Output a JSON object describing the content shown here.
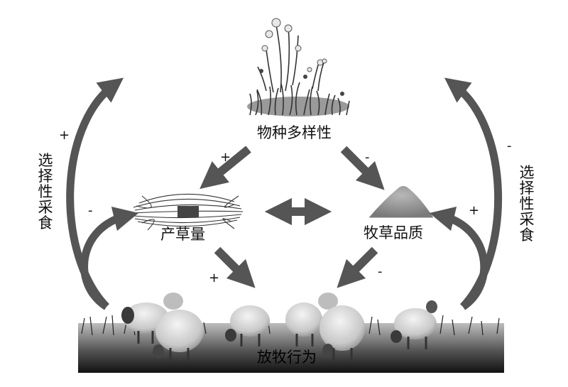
{
  "nodes": {
    "diversity": "物种多样性",
    "yield": "产草量",
    "quality": "牧草品质",
    "grazing": "放牧行为"
  },
  "side_labels": {
    "left": "选择性采食",
    "right": "选择性采食"
  },
  "signs": {
    "left_outer": "+",
    "left_inner": "-",
    "div_to_yield": "+",
    "div_to_quality": "-",
    "yield_to_grazing": "+",
    "quality_to_grazing": "-",
    "right_outer": "-",
    "right_inner": "+"
  },
  "icons": {
    "flowers": "flower-meadow-icon",
    "grass_bundle": "grass-bundle-icon",
    "powder": "forage-powder-icon",
    "sheep": "sheep-flock-icon"
  }
}
